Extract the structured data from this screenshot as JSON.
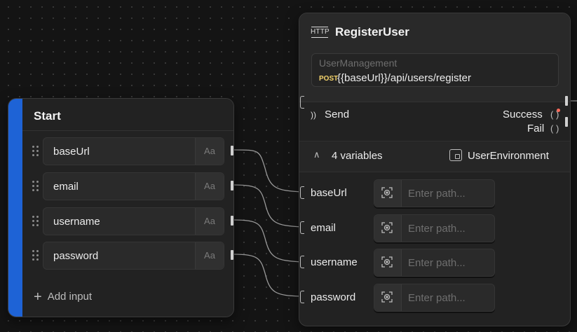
{
  "start_node": {
    "title": "Start",
    "inputs": [
      {
        "label": "baseUrl",
        "type": "Aa"
      },
      {
        "label": "email",
        "type": "Aa"
      },
      {
        "label": "username",
        "type": "Aa"
      },
      {
        "label": "password",
        "type": "Aa"
      }
    ],
    "add_input_label": "Add input",
    "accent_color": "#1e63d6"
  },
  "register_node": {
    "icon_text": "HTTP",
    "title": "RegisterUser",
    "group": "UserManagement",
    "method": "POST",
    "url": "{{baseUrl}}/api/users/register",
    "send_label": "Send",
    "outputs": {
      "success": "Success",
      "fail": "Fail",
      "paren": "( )"
    },
    "variables_label": "4 variables",
    "environment_label": "UserEnvironment",
    "variables": [
      {
        "name": "baseUrl",
        "placeholder": "Enter path..."
      },
      {
        "name": "email",
        "placeholder": "Enter path..."
      },
      {
        "name": "username",
        "placeholder": "Enter path..."
      },
      {
        "name": "password",
        "placeholder": "Enter path..."
      }
    ],
    "method_color": "#f4d36b",
    "error_dot_color": "#ff6b5b"
  },
  "icons": [
    "drag-handle-icon",
    "plus-icon",
    "http-icon",
    "send-icon",
    "chevron-up-icon",
    "environment-icon",
    "target-icon"
  ]
}
